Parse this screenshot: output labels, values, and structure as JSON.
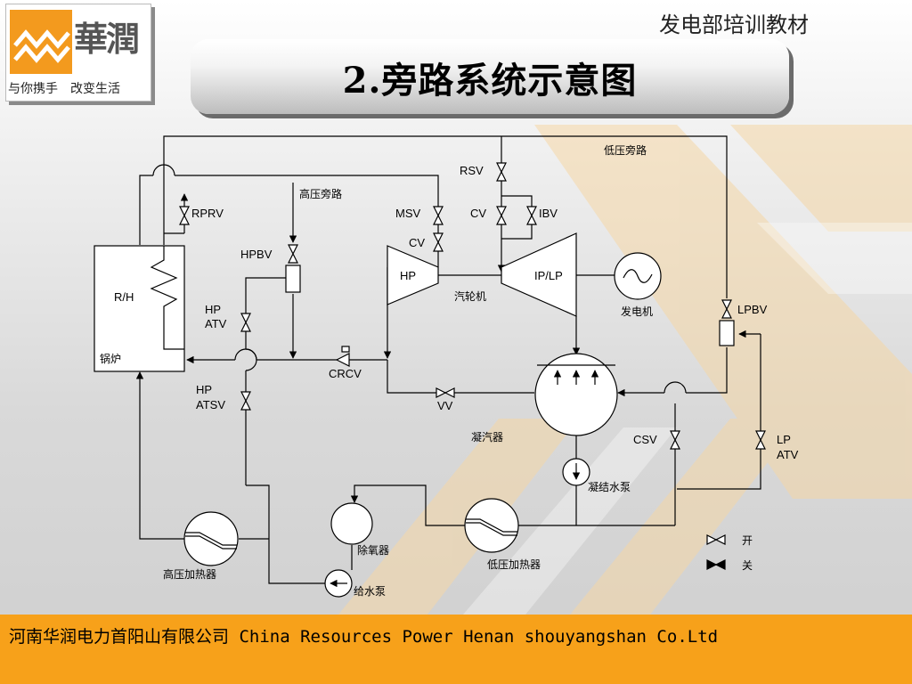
{
  "header": {
    "label": "发电部培训教材",
    "title": "2.旁路系统示意图"
  },
  "logo": {
    "brand": "華潤",
    "slogan": "与你携手　改变生活"
  },
  "diagram": {
    "labels": {
      "rsv": "RSV",
      "low_bypass": "低压旁路",
      "high_bypass": "高压旁路",
      "rprv": "RPRV",
      "msv": "MSV",
      "cv1": "CV",
      "ibv": "IBV",
      "cv2": "CV",
      "hpbv": "HPBV",
      "hp": "HP",
      "iplp": "IP/LP",
      "rh": "R/H",
      "turbine": "汽轮机",
      "generator": "发电机",
      "lpbv": "LPBV",
      "hpatv_1": "HP",
      "hpatv_2": "ATV",
      "boiler": "锅炉",
      "crcv": "CRCV",
      "hpatsv_1": "HP",
      "hpatsv_2": "ATSV",
      "vv": "VV",
      "condenser": "凝汽器",
      "csv": "CSV",
      "lpatv_1": "LP",
      "lpatv_2": "ATV",
      "condensate_pump": "凝结水泵",
      "deaerator": "除氧器",
      "hp_heater": "高压加热器",
      "lp_heater": "低压加热器",
      "feed_pump": "给水泵",
      "legend_open": "开",
      "legend_closed": "关"
    }
  },
  "footer": {
    "company": "河南华润电力首阳山有限公司   China Resources Power Henan shouyangshan Co.Ltd"
  },
  "colors": {
    "footer": "#f7a11a",
    "accent_orange": "#f39a1e",
    "watermark": "#f3c98a"
  }
}
